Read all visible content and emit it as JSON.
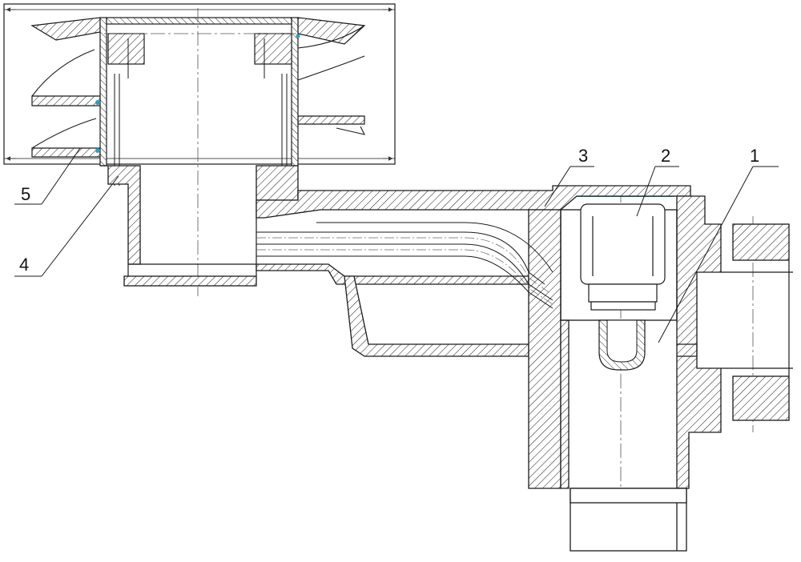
{
  "figure": {
    "callouts": [
      {
        "id": "1",
        "label": "1"
      },
      {
        "id": "2",
        "label": "2"
      },
      {
        "id": "3",
        "label": "3"
      },
      {
        "id": "4",
        "label": "4"
      },
      {
        "id": "5",
        "label": "5"
      }
    ],
    "colors": {
      "line": "#1a1a1a",
      "hatch": "#2a2a2a",
      "accent": "#2a9fbf",
      "background": "#ffffff"
    }
  }
}
